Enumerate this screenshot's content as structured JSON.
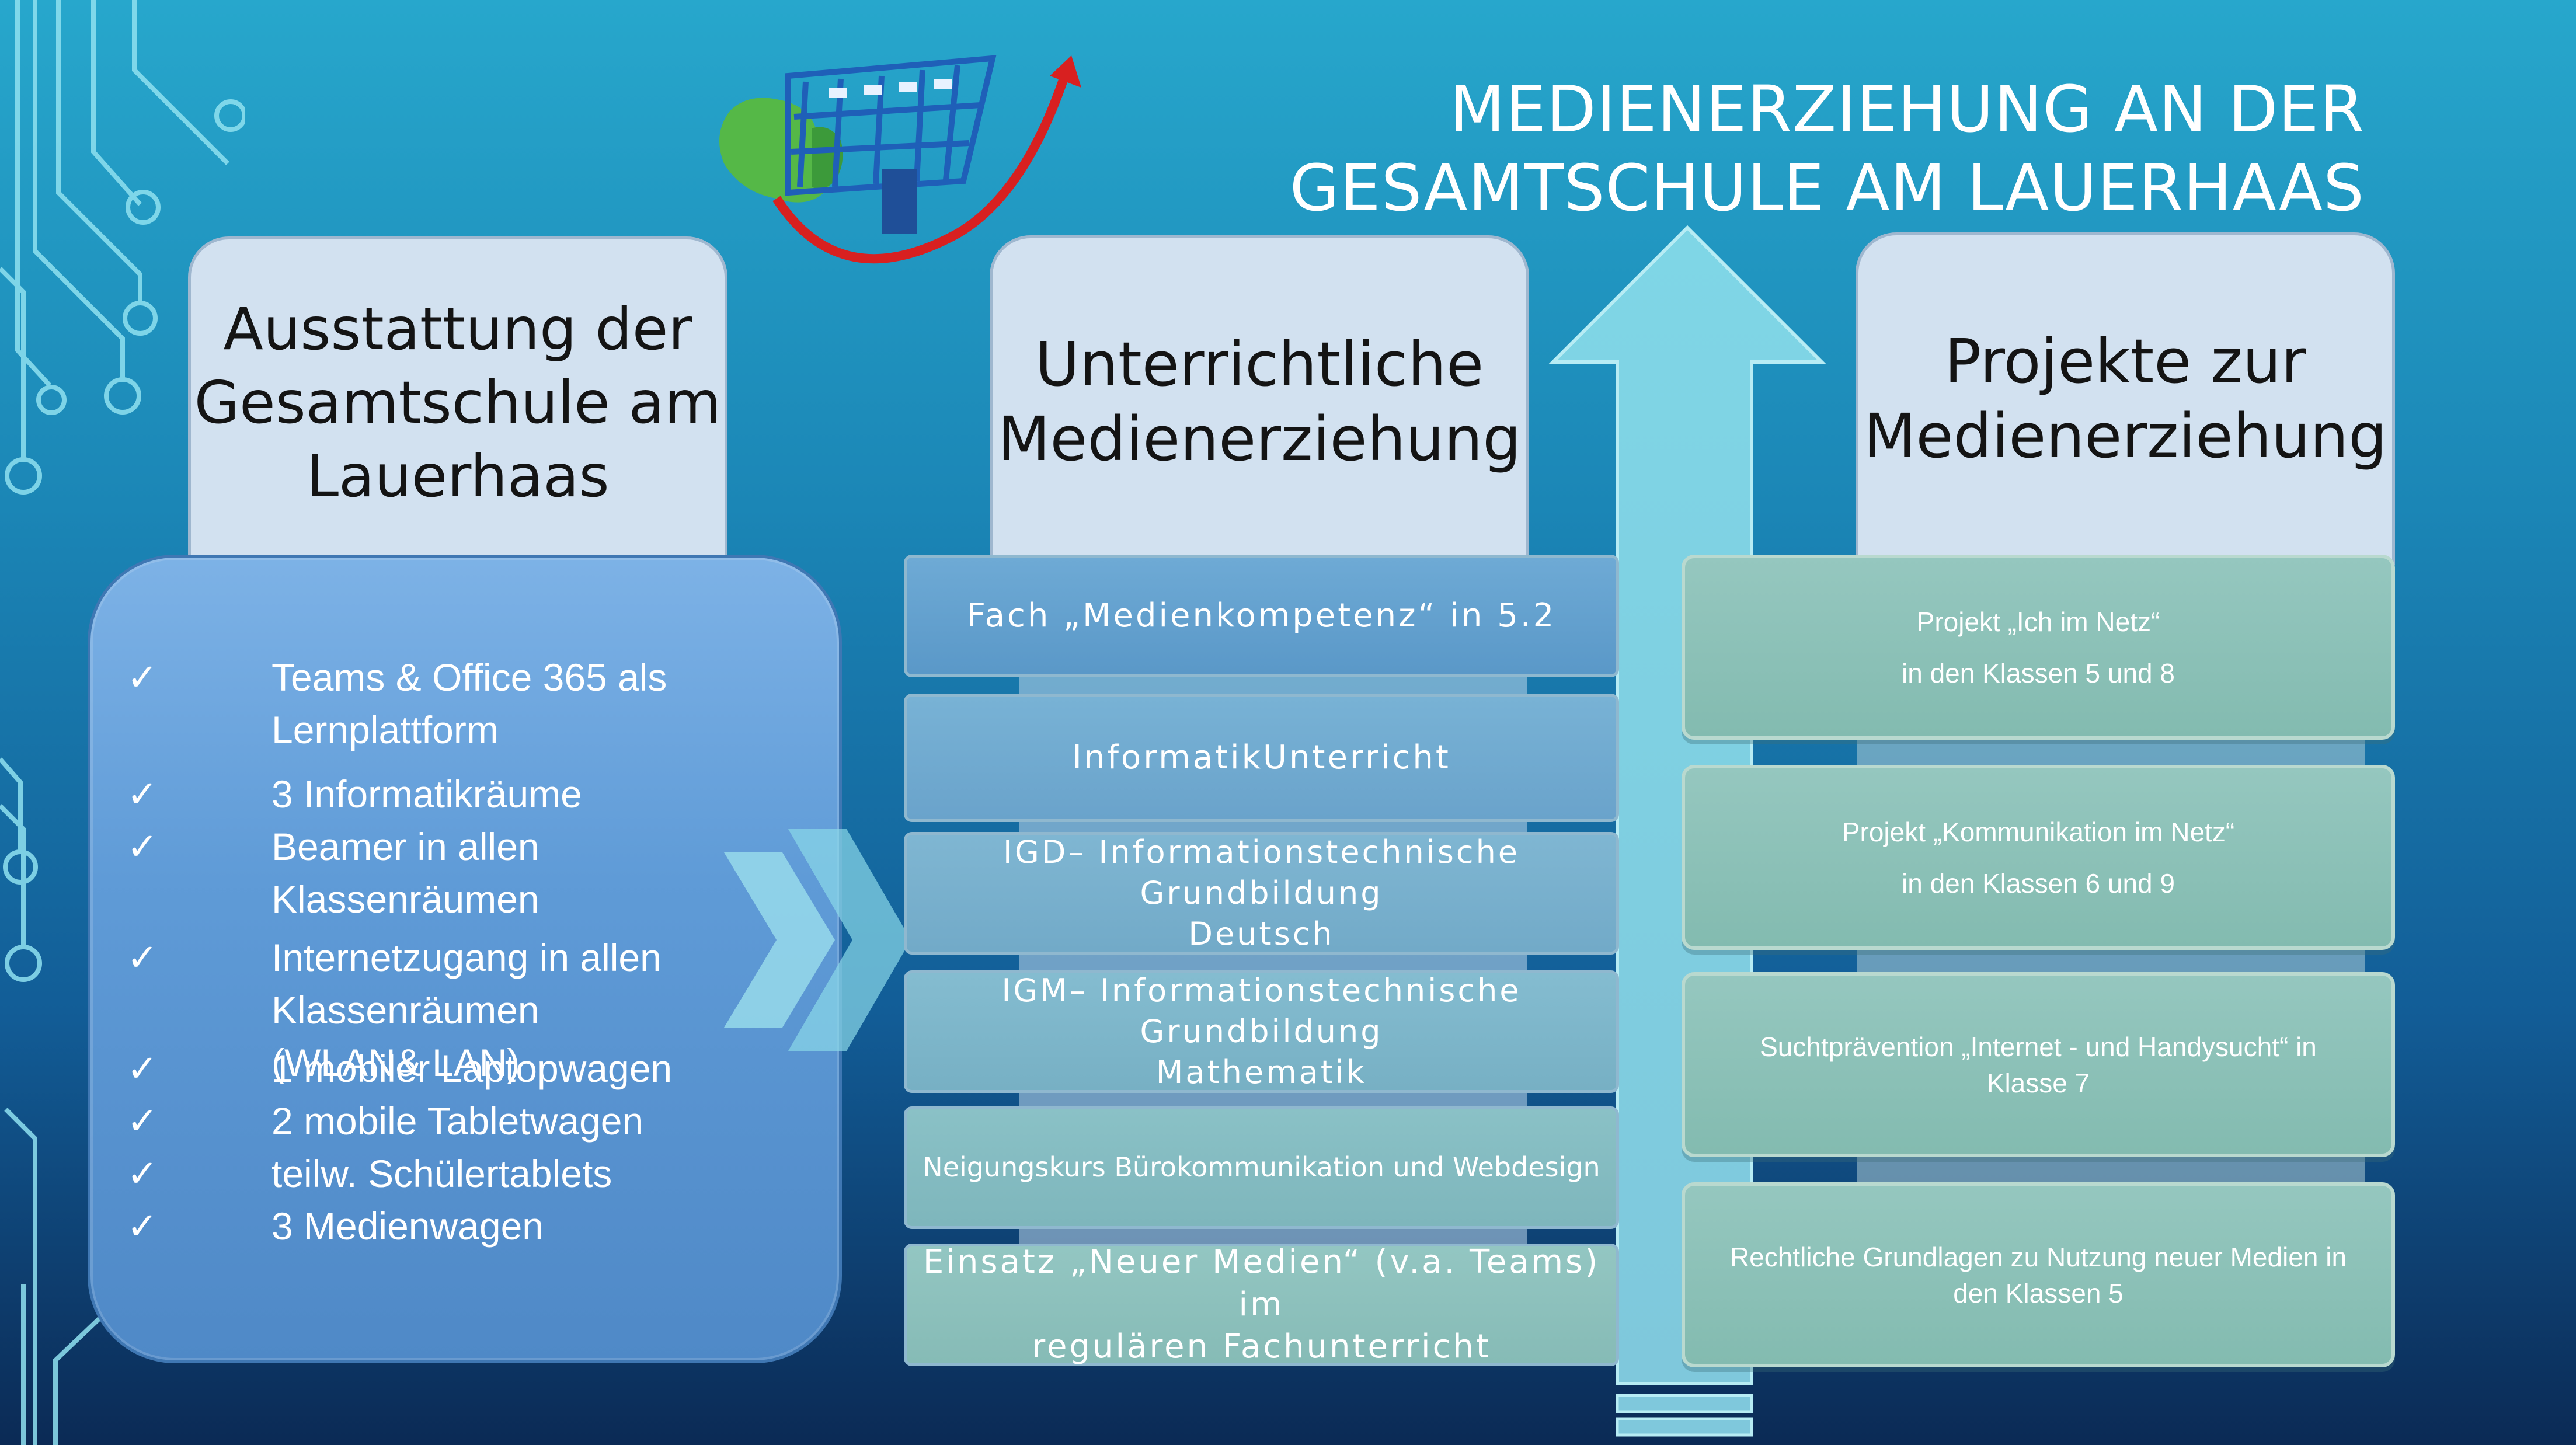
{
  "title": {
    "line1": "MEDIENERZIEHUNG AN DER",
    "line2": "GESAMTSCHULE AM LAUERHAAS"
  },
  "columns": [
    {
      "heading": "Ausstattung der\nGesamtschule am\nLauerhaas"
    },
    {
      "heading": "Unterrichtliche\nMedienerziehung"
    },
    {
      "heading": "Projekte zur\nMedienerziehung"
    }
  ],
  "equipment": {
    "check_symbol": "✓",
    "items": [
      "Teams & Office 365 als\nLernplattform",
      "3 Informatikräume",
      "Beamer in allen\nKlassenräumen",
      "Internetzugang in allen\nKlassenräumen\n(WLAN& LAN)",
      "1 mobiler Laptopwagen",
      "2 mobile Tabletwagen",
      "teilw. Schülertablets",
      "3 Medienwagen"
    ]
  },
  "lessons": [
    "Fach „Medienkompetenz“ in 5.2",
    "InformatikUnterricht",
    "IGD– Informationstechnische Grundbildung\nDeutsch",
    "IGM– Informationstechnische Grundbildung\nMathematik",
    "Neigungskurs Bürokommunikation und Webdesign",
    "Einsatz „Neuer Medien“ (v.a. Teams) im\nregulären Fachunterricht"
  ],
  "projects": [
    "Projekt „Ich im Netz“\nin den Klassen 5 und 8",
    "Projekt „Kommunikation im Netz“\nin den Klassen 6 und 9",
    "Suchtprävention „Internet - und Handysucht“ in\nKlasse 7",
    "Rechtliche Grundlagen zu Nutzung neuer Medien in\nden Klassen 5"
  ],
  "colors": {
    "equipment_card": "#5f9bd7",
    "lesson_box_blue": "#5e9cc9",
    "lesson_box_teal": "#86bcbf",
    "project_box": "#8ec3ba",
    "arrow": "#7fd3e2"
  },
  "icons": [
    "circuit-decoration",
    "school-logo",
    "chevron-arrow-icon",
    "up-arrow-icon",
    "checkmark-icon"
  ]
}
